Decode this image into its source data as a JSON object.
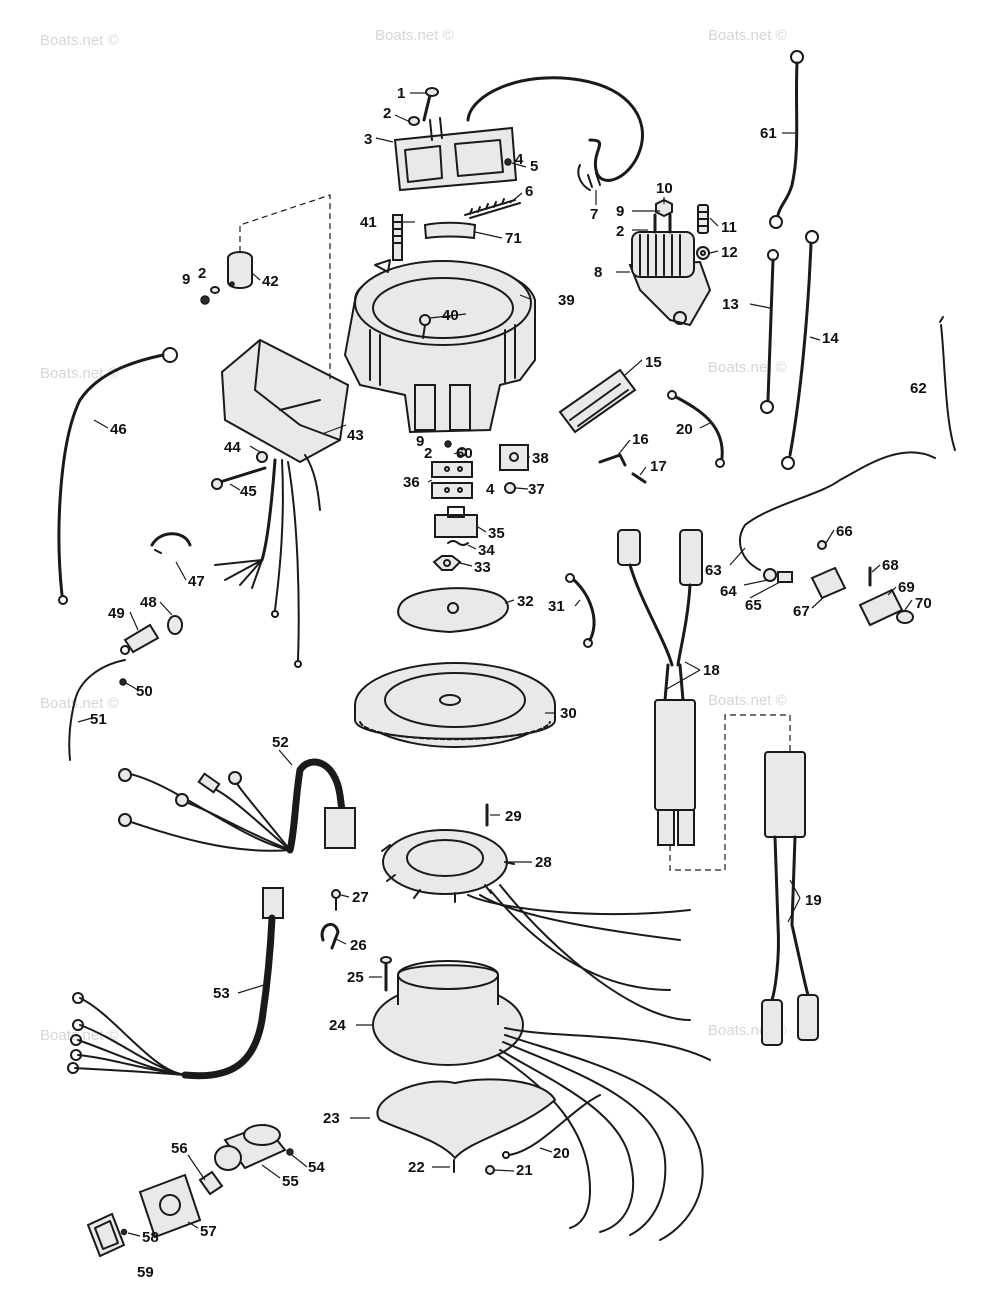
{
  "watermark": {
    "text": "Boats.net ©",
    "color": "#d6d6d6"
  },
  "callouts": [
    "1",
    "2",
    "3",
    "4",
    "5",
    "6",
    "7",
    "8",
    "9",
    "10",
    "11",
    "12",
    "13",
    "14",
    "15",
    "16",
    "17",
    "18",
    "19",
    "20",
    "21",
    "22",
    "23",
    "24",
    "25",
    "26",
    "27",
    "28",
    "29",
    "30",
    "31",
    "32",
    "33",
    "34",
    "35",
    "36",
    "37",
    "38",
    "39",
    "40",
    "41",
    "42",
    "43",
    "44",
    "45",
    "46",
    "47",
    "48",
    "49",
    "50",
    "51",
    "52",
    "53",
    "54",
    "55",
    "56",
    "57",
    "58",
    "59",
    "60",
    "61",
    "62",
    "63",
    "64",
    "65",
    "66",
    "67",
    "68",
    "69",
    "70",
    "71"
  ],
  "repeated_labels": {
    "part2": "2",
    "part4": "4",
    "part9": "9",
    "part20": "20"
  }
}
